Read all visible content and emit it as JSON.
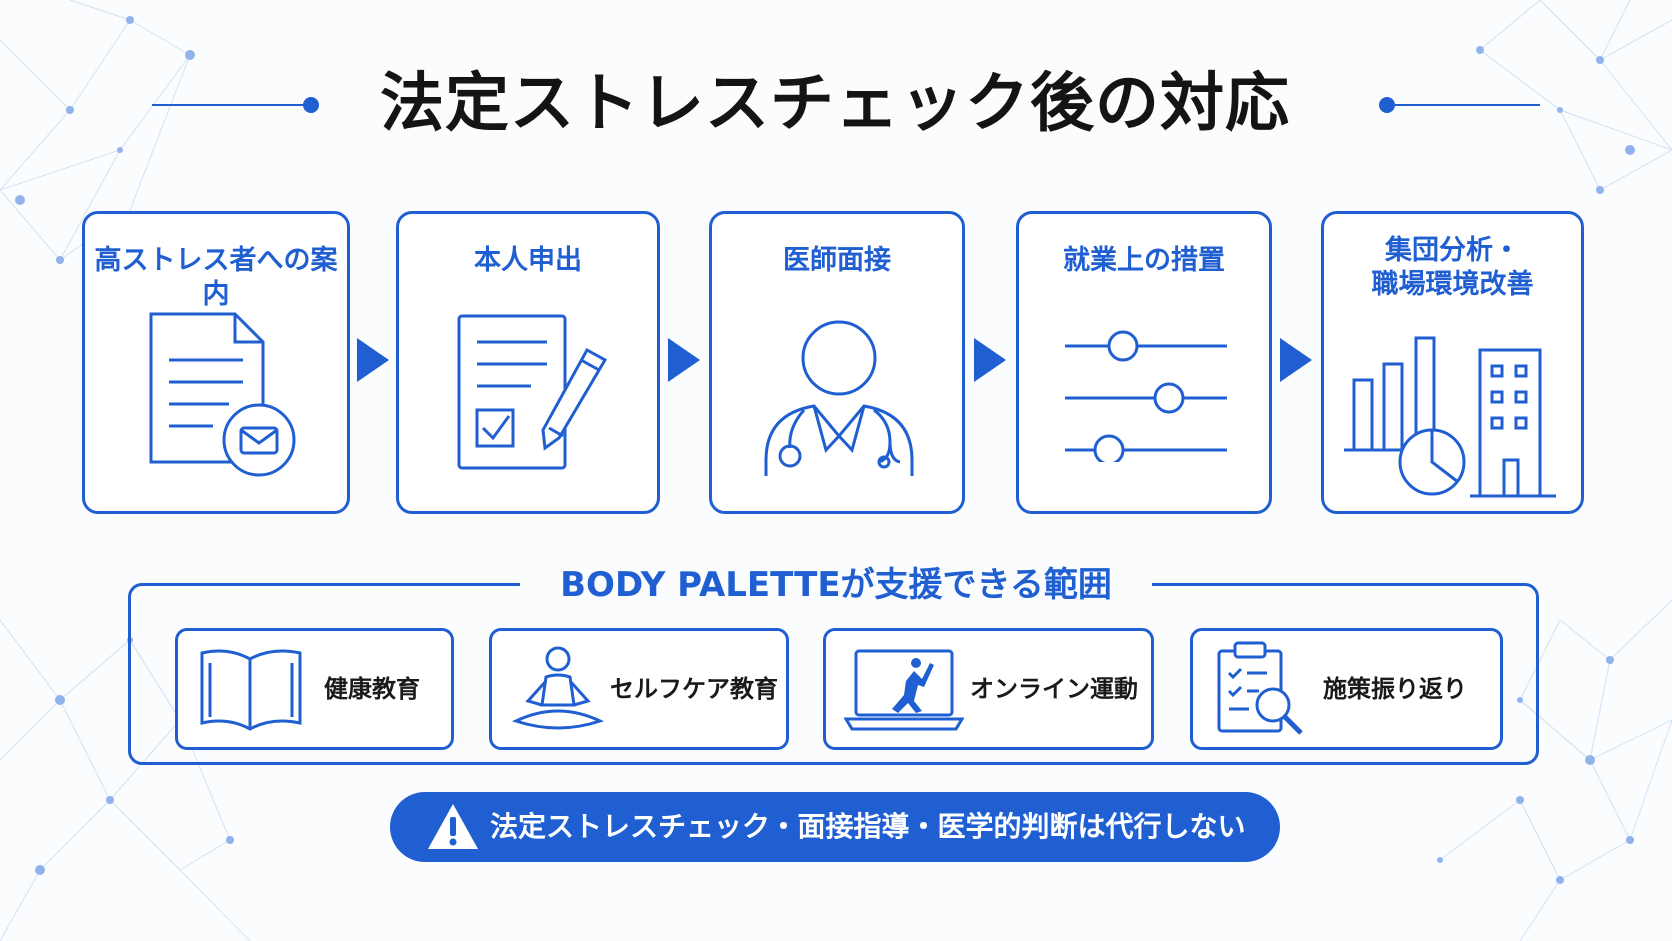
{
  "title": "法定ストレスチェック後の対応",
  "steps": [
    {
      "label": "高ストレス者への案内",
      "icon": "document-mail-icon"
    },
    {
      "label": "本人申出",
      "icon": "form-pen-icon"
    },
    {
      "label": "医師面接",
      "icon": "doctor-icon"
    },
    {
      "label": "就業上の措置",
      "icon": "sliders-icon"
    },
    {
      "label_line1": "集団分析・",
      "label_line2": "職場環境改善",
      "icon": "chart-building-icon"
    }
  ],
  "support": {
    "heading": "BODY PALETTEが支援できる範囲",
    "items": [
      {
        "label": "健康教育",
        "icon": "book-icon"
      },
      {
        "label": "セルフケア教育",
        "icon": "meditation-icon"
      },
      {
        "label": "オンライン運動",
        "icon": "laptop-exercise-icon"
      },
      {
        "label": "施策振り返り",
        "icon": "clipboard-search-icon"
      }
    ]
  },
  "warning": {
    "text": "法定ストレスチェック・面接指導・医学的判断は代行しない",
    "icon": "warning-icon"
  },
  "colors": {
    "accent": "#1f5fd1",
    "text": "#141414",
    "background": "#fbfcfe"
  }
}
